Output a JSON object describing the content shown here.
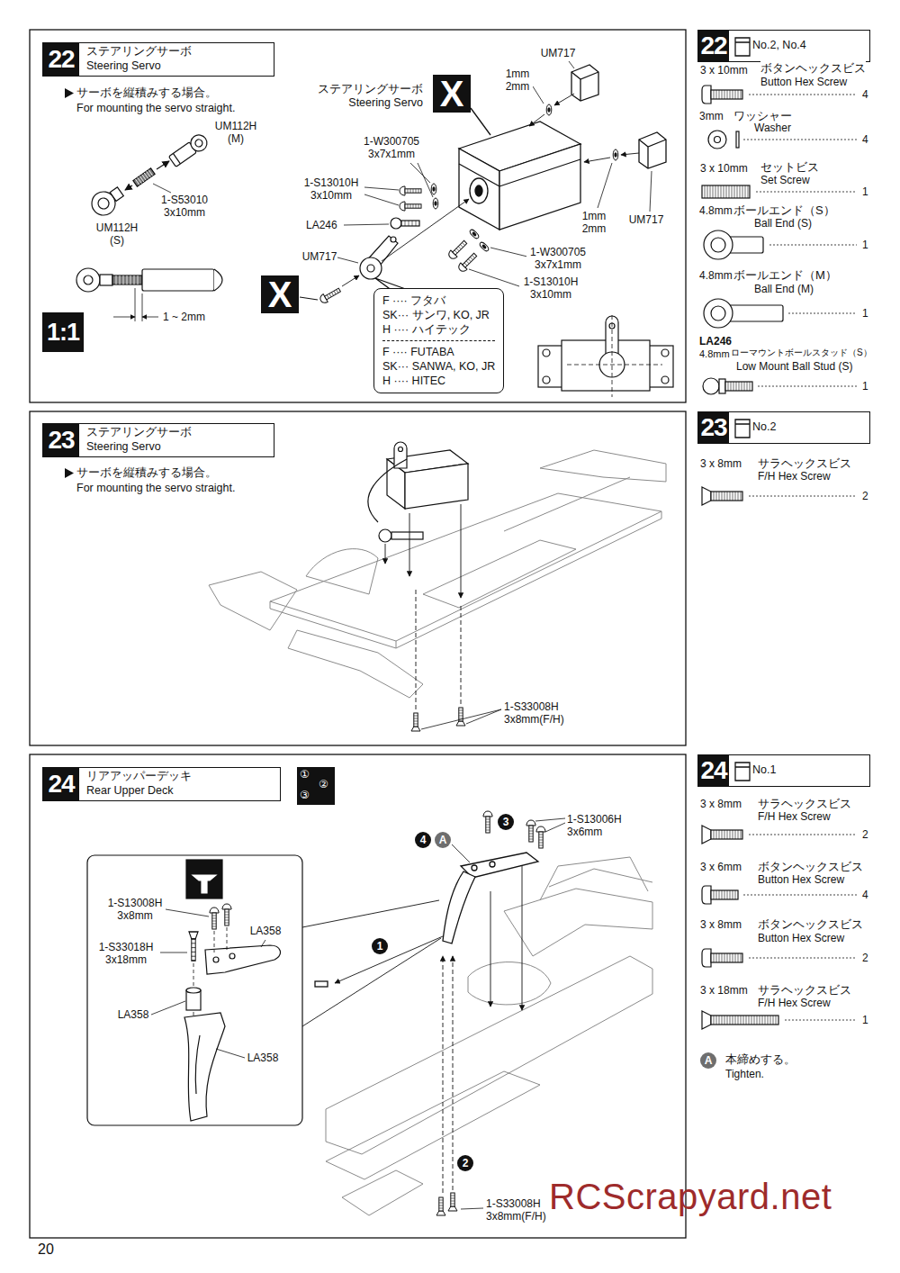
{
  "diagram": {
    "nodes": [
      {
        "text": [
          "22",
          "ステアリングサーボ Steering Servo"
        ]
      },
      {
        "text": [
          "X"
        ]
      },
      {
        "text": [
          "X"
        ]
      },
      {
        "text": [
          "F ···· フタバ",
          "SK··· サンワ, KO, JR",
          "H ···· ハイテック",
          "F ···· FUTABA",
          "SK··· SANWA, KO, JR",
          "H ···· HITEC"
        ]
      },
      {
        "text": [
          "1:1"
        ]
      },
      {
        "text": [
          "22",
          "No.2, No.4"
        ]
      },
      {
        "text": [
          "23",
          "ステアリングサーボ Steering Servo"
        ]
      },
      {
        "text": [
          "23",
          "No.2"
        ]
      },
      {
        "text": [
          "24",
          "リアアッパーデッキ Rear Upper Deck"
        ]
      },
      {
        "text": [
          "①",
          "②",
          "③"
        ]
      },
      {
        "text": [
          "24",
          "No.1"
        ]
      }
    ],
    "labels": [
      "サーボを縦積みする場合。",
      "For mounting the servo straight.",
      "UM112H (M)",
      "1-S53010 3x10mm",
      "UM112H (S)",
      "1 ~ 2mm",
      "ステアリングサーボ Steering Servo",
      "UM717",
      "1mm 2mm",
      "1-W300705 3x7x1mm",
      "1-S13010H 3x10mm",
      "LA246",
      "UM717",
      "1mm 2mm",
      "UM717",
      "1-W300705 3x7x1mm",
      "1-S13010H 3x10mm",
      "3 x 10mm",
      "ボタンヘックスビス",
      "Button Hex Screw",
      "4",
      "3mm",
      "ワッシャー",
      "Washer",
      "4",
      "3 x 10mm",
      "セットビス",
      "Set Screw",
      "1",
      "4.8mm",
      "ボールエンド（S）",
      "Ball End (S)",
      "1",
      "4.8mm",
      "ボールエンド（M）",
      "Ball End (M)",
      "1",
      "LA246",
      "4.8mm",
      "ローマウントボールスタッド（S）",
      "Low Mount Ball Stud (S)",
      "1",
      "サーボを縦積みする場合。",
      "For mounting the servo straight.",
      "1-S33008H 3x8mm(F/H)",
      "3 x 8mm",
      "サラヘックスビス",
      "F/H Hex Screw",
      "2",
      "1-S13006H 3x6mm",
      "4",
      "A",
      "3",
      "1-S13008H 3x8mm",
      "LA358",
      "1-S33018H 3x18mm",
      "1",
      "LA358",
      "LA358",
      "2",
      "1-S33008H 3x8mm(F/H)",
      "3 x 8mm",
      "サラヘックスビス",
      "F/H Hex Screw",
      "2",
      "3 x 6mm",
      "ボタンヘックスビス",
      "Button Hex Screw",
      "4",
      "3 x 8mm",
      "ボタンヘックスビス",
      "Button Hex Screw",
      "2",
      "3 x 18mm",
      "サラヘックスビス",
      "F/H Hex Screw",
      "1",
      "A",
      "本締めする。",
      "Tighten.",
      "20",
      "RCScrapyard.net"
    ]
  }
}
